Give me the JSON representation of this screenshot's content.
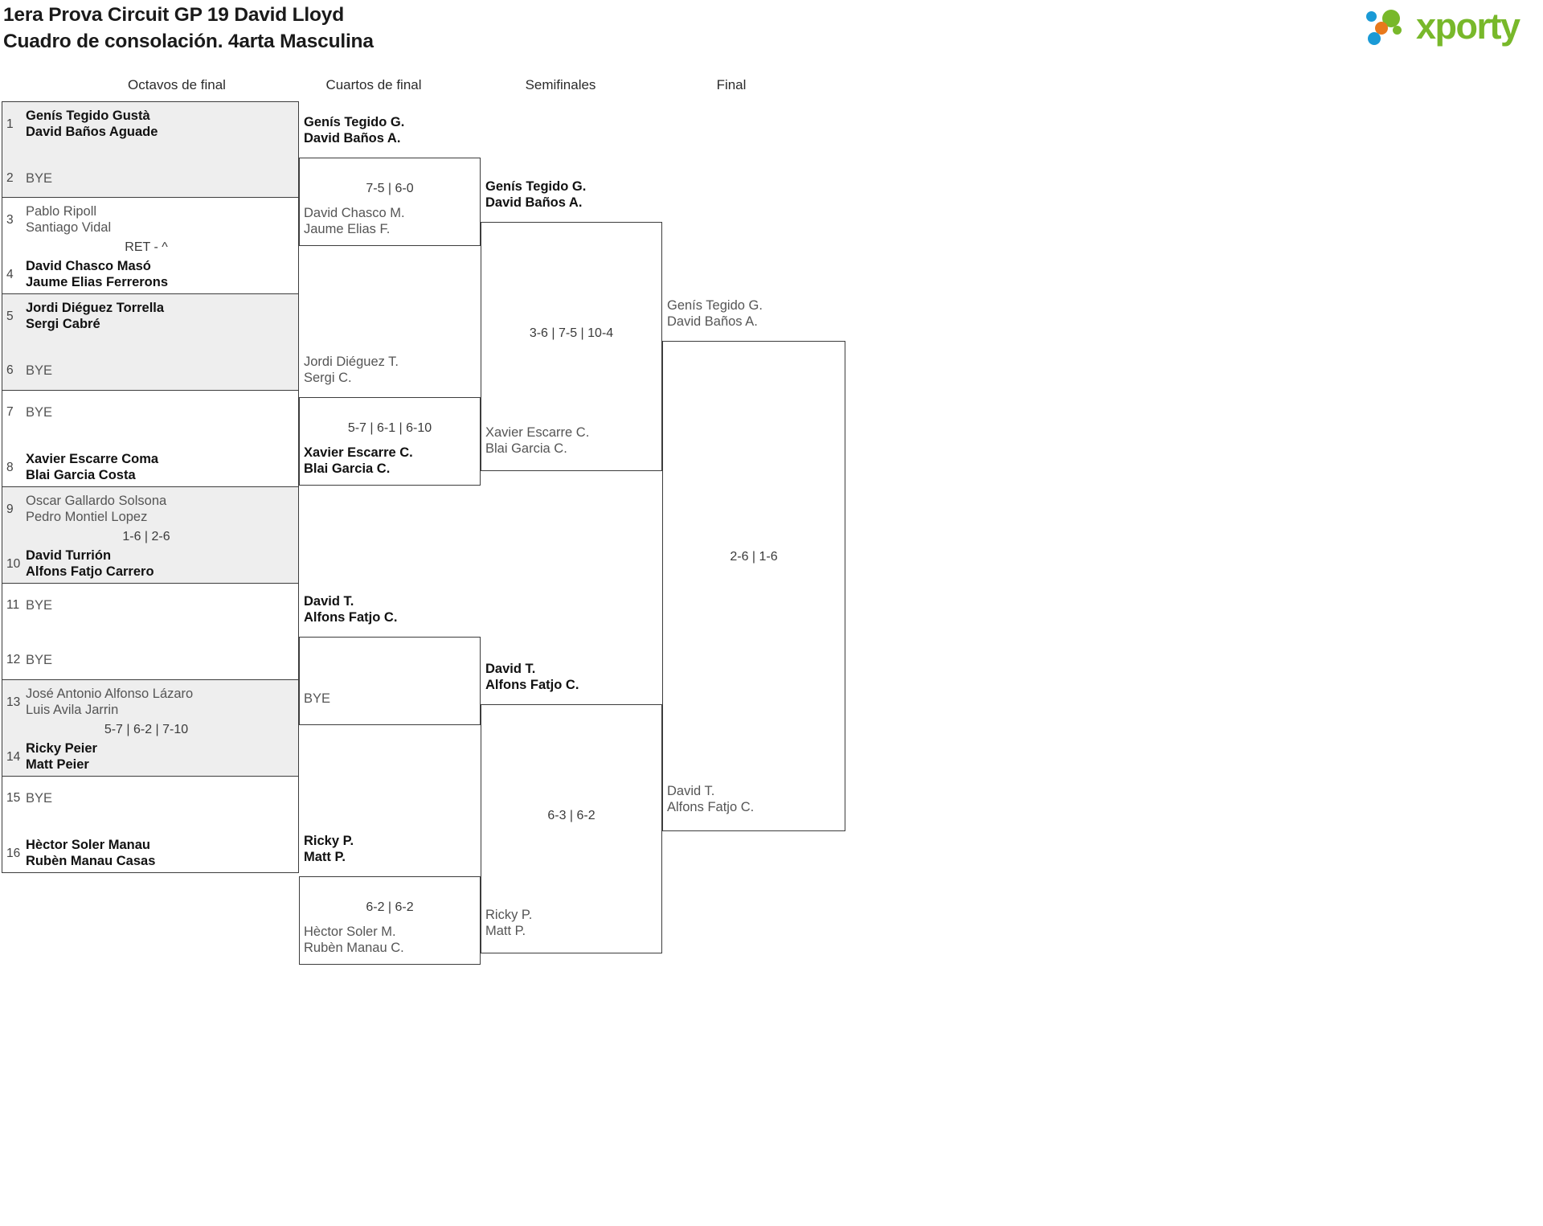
{
  "header": {
    "title_line1": "1era Prova Circuit GP 19 David Lloyd",
    "title_line2": "Cuadro de consolación. 4arta Masculina",
    "logo_word": "xporty",
    "logo_colors": {
      "blue": "#1a9ad6",
      "orange": "#e8791c",
      "green": "#78b82a"
    }
  },
  "rounds": [
    {
      "label": "Octavos de final"
    },
    {
      "label": "Cuartos de final"
    },
    {
      "label": "Semifinales"
    },
    {
      "label": "Final"
    }
  ],
  "round16": [
    {
      "seed": "1",
      "line1": "Genís Tegido Gustà",
      "line2": "David Baños Aguade",
      "winner": true,
      "bye": false
    },
    {
      "seed": "2",
      "line1": "BYE",
      "line2": "",
      "winner": false,
      "bye": true
    },
    {
      "seed": "3",
      "line1": "Pablo Ripoll",
      "line2": "Santiago Vidal",
      "winner": false,
      "bye": false
    },
    {
      "seed": "4",
      "line1": "David Chasco Masó",
      "line2": "Jaume Elias Ferrerons",
      "winner": true,
      "bye": false
    },
    {
      "seed": "5",
      "line1": "Jordi Diéguez Torrella",
      "line2": "Sergi Cabré",
      "winner": true,
      "bye": false
    },
    {
      "seed": "6",
      "line1": "BYE",
      "line2": "",
      "winner": false,
      "bye": true
    },
    {
      "seed": "7",
      "line1": "BYE",
      "line2": "",
      "winner": false,
      "bye": true
    },
    {
      "seed": "8",
      "line1": "Xavier Escarre Coma",
      "line2": "Blai Garcia Costa",
      "winner": true,
      "bye": false
    },
    {
      "seed": "9",
      "line1": "Oscar Gallardo Solsona",
      "line2": "Pedro Montiel Lopez",
      "winner": false,
      "bye": false
    },
    {
      "seed": "10",
      "line1": "David Turrión",
      "line2": "Alfons Fatjo Carrero",
      "winner": true,
      "bye": false
    },
    {
      "seed": "11",
      "line1": "BYE",
      "line2": "",
      "winner": false,
      "bye": true
    },
    {
      "seed": "12",
      "line1": "BYE",
      "line2": "",
      "winner": false,
      "bye": true
    },
    {
      "seed": "13",
      "line1": "José Antonio Alfonso Lázaro",
      "line2": "Luis Avila Jarrin",
      "winner": false,
      "bye": false
    },
    {
      "seed": "14",
      "line1": "Ricky Peier",
      "line2": "Matt Peier",
      "winner": true,
      "bye": false
    },
    {
      "seed": "15",
      "line1": "BYE",
      "line2": "",
      "winner": false,
      "bye": true
    },
    {
      "seed": "16",
      "line1": "Hèctor Soler Manau",
      "line2": "Rubèn Manau Casas",
      "winner": true,
      "bye": false
    }
  ],
  "round16_scores": [
    {
      "text": ""
    },
    {
      "text": "RET - ^"
    },
    {
      "text": ""
    },
    {
      "text": ""
    },
    {
      "text": "1-6 | 2-6"
    },
    {
      "text": ""
    },
    {
      "text": "5-7 | 6-2 | 7-10"
    },
    {
      "text": ""
    }
  ],
  "quarters": [
    {
      "top_line1": "Genís Tegido G.",
      "top_line2": "David Baños A.",
      "top_winner": true,
      "bot_line1": "David Chasco M.",
      "bot_line2": "Jaume Elias F.",
      "bot_winner": false,
      "score": "7-5 | 6-0"
    },
    {
      "top_line1": "Jordi Diéguez T.",
      "top_line2": "Sergi C.",
      "top_winner": false,
      "bot_line1": "Xavier Escarre C.",
      "bot_line2": "Blai Garcia C.",
      "bot_winner": true,
      "score": "5-7 | 6-1 | 6-10"
    },
    {
      "top_line1": "David T.",
      "top_line2": "Alfons Fatjo C.",
      "top_winner": true,
      "bot_line1": "BYE",
      "bot_line2": "",
      "bot_winner": false,
      "score": ""
    },
    {
      "top_line1": "Ricky P.",
      "top_line2": "Matt P.",
      "top_winner": true,
      "bot_line1": "Hèctor Soler M.",
      "bot_line2": "Rubèn Manau C.",
      "bot_winner": false,
      "score": "6-2 | 6-2"
    }
  ],
  "semis": [
    {
      "top_line1": "Genís Tegido G.",
      "top_line2": "David Baños A.",
      "top_winner": true,
      "bot_line1": "Xavier Escarre C.",
      "bot_line2": "Blai Garcia C.",
      "bot_winner": false,
      "score": "3-6 | 7-5 | 10-4"
    },
    {
      "top_line1": "David T.",
      "top_line2": "Alfons Fatjo C.",
      "top_winner": true,
      "bot_line1": "Ricky P.",
      "bot_line2": "Matt P.",
      "bot_winner": false,
      "score": "6-3 | 6-2"
    }
  ],
  "final": {
    "top_line1": "Genís Tegido G.",
    "top_line2": "David Baños A.",
    "top_winner": false,
    "bot_line1": "David T.",
    "bot_line2": "Alfons Fatjo C.",
    "bot_winner": false,
    "score": "2-6 | 1-6"
  }
}
